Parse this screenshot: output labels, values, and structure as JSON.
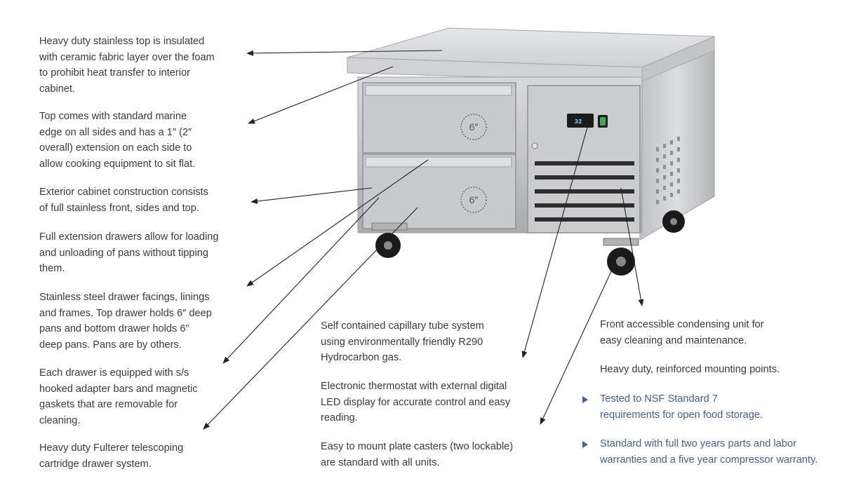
{
  "notes": {
    "top_insulated": "Heavy duty stainless top is insulated\nwith ceramic fabric layer over the foam\nto prohibit heat transfer to interior\ncabinet.",
    "marine_edge": "Top comes with standard marine\nedge on all sides and has a 1″ (2″\noverall) extension on each side to\nallow cooking equipment to sit flat.",
    "exterior_cabinet": "Exterior cabinet construction consists\nof full stainless front, sides and top.",
    "full_extension": "Full extension drawers allow for loading\nand unloading of pans without tipping\nthem.",
    "drawer_facings": "Stainless steel drawer facings, linings\nand frames. Top drawer holds 6″ deep\npans and bottom drawer holds 6″\ndeep pans. Pans are by others.",
    "adapter_bars": "Each drawer is equipped with s/s\nhooked adapter bars and magnetic\ngaskets that are removable for\ncleaning.",
    "fulterer": "Heavy duty Fulterer telescoping\ncartridge drawer system.",
    "capillary": "Self contained capillary tube system\nusing environmentally friendly R290\nHydrocarbon gas.",
    "thermostat": "Electronic thermostat with external digital\nLED display for accurate  control and easy\nreading.",
    "casters": "Easy to mount plate casters (two lockable)\nare standard with all units.",
    "condensing": "Front accessible condensing unit for\neasy cleaning and maintenance.",
    "mounting": "Heavy duty, reinforced mounting points.",
    "nsf": "Tested to NSF Standard 7\nrequirements for open food storage.",
    "warranty": "Standard with full two years parts and labor\nwarranties and a five year compressor warranty."
  },
  "product": {
    "top_drawer_badge": "6″",
    "bottom_drawer_badge": "6″",
    "display_reading": "32"
  },
  "colors": {
    "text": "#3a3a3a",
    "accent_blue": "#3f5f9e",
    "arrow": "#222222"
  }
}
